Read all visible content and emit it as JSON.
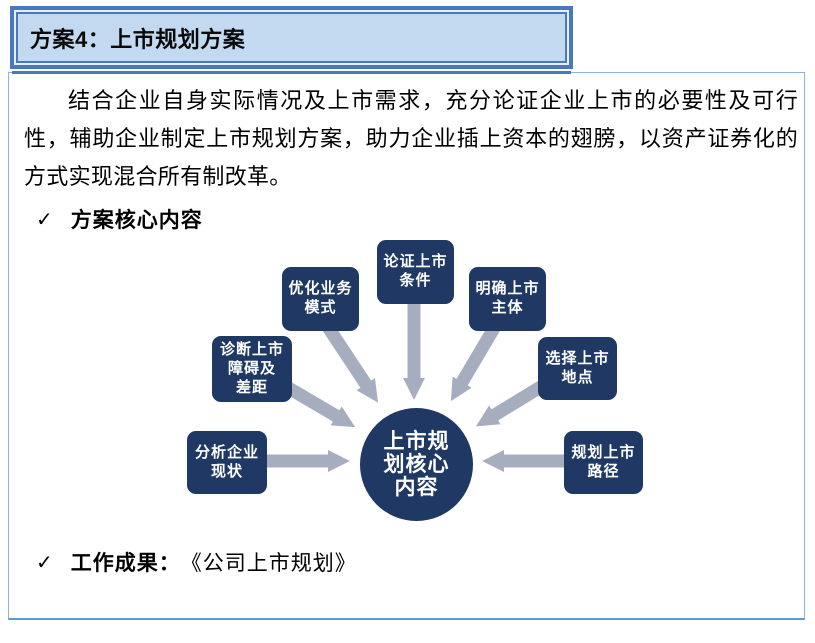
{
  "page": {
    "title": "方案4：上市规划方案"
  },
  "intro": {
    "text": "结合企业自身实际情况及上市需求，充分论证企业上市的必要性及可行性，辅助企业制定上市规划方案，助力企业插上资本的翅膀，以资产证券化的方式实现混合所有制改革。"
  },
  "sections": {
    "core": {
      "bullet": "✓",
      "label": "方案核心内容"
    },
    "result": {
      "bullet": "✓",
      "label": "工作成果：",
      "value": "《公司上市规划》"
    }
  },
  "diagram": {
    "center_label": "上市规\n划核心\n内容",
    "nodes": [
      {
        "id": "diagnose",
        "label": "诊断上市\n障碍及\n差距"
      },
      {
        "id": "optimize",
        "label": "优化业务\n模式"
      },
      {
        "id": "prove",
        "label": "论证上市\n条件"
      },
      {
        "id": "entity",
        "label": "明确上市\n主体"
      },
      {
        "id": "location",
        "label": "选择上市\n地点"
      },
      {
        "id": "analyze",
        "label": "分析企业\n现状"
      },
      {
        "id": "path",
        "label": "规划上市\n路径"
      }
    ]
  },
  "colors": {
    "node-fill": "#1f3864",
    "node-text": "#ffffff",
    "arrow": "#a6adbf",
    "title-fill": "#c3d9f0",
    "title-border": "#4a78bc",
    "panel-border": "#8ab3de",
    "panel-border-bottom": "#5b9bd5",
    "text": "#000000"
  }
}
